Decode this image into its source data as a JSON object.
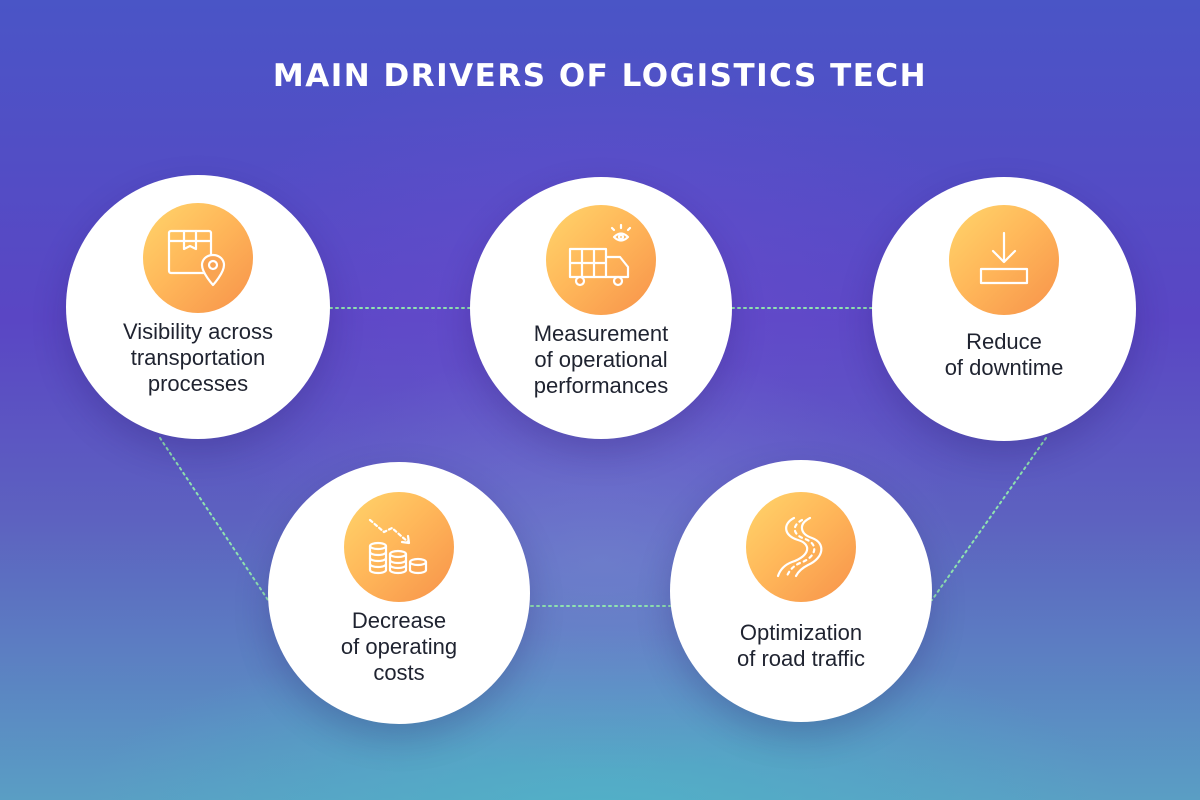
{
  "title": "MAIN DRIVERS OF LOGISTICS TECH",
  "colors": {
    "accent_gradient_start": "#ffd56b",
    "accent_gradient_end": "#f7924a",
    "connector": "#8fe3b0",
    "node_fill": "#ffffff",
    "title_text": "#ffffff"
  },
  "drivers": [
    {
      "icon": "package-location-icon",
      "label_lines": [
        "Visibility across",
        "transportation",
        "processes"
      ]
    },
    {
      "icon": "truck-monitoring-icon",
      "label_lines": [
        "Measurement",
        "of operational",
        "performances"
      ]
    },
    {
      "icon": "download-tray-icon",
      "label_lines": [
        "Reduce",
        "of downtime"
      ]
    },
    {
      "icon": "falling-coins-icon",
      "label_lines": [
        "Decrease",
        "of operating",
        "costs"
      ]
    },
    {
      "icon": "winding-road-icon",
      "label_lines": [
        "Optimization",
        "of road traffic"
      ]
    }
  ]
}
